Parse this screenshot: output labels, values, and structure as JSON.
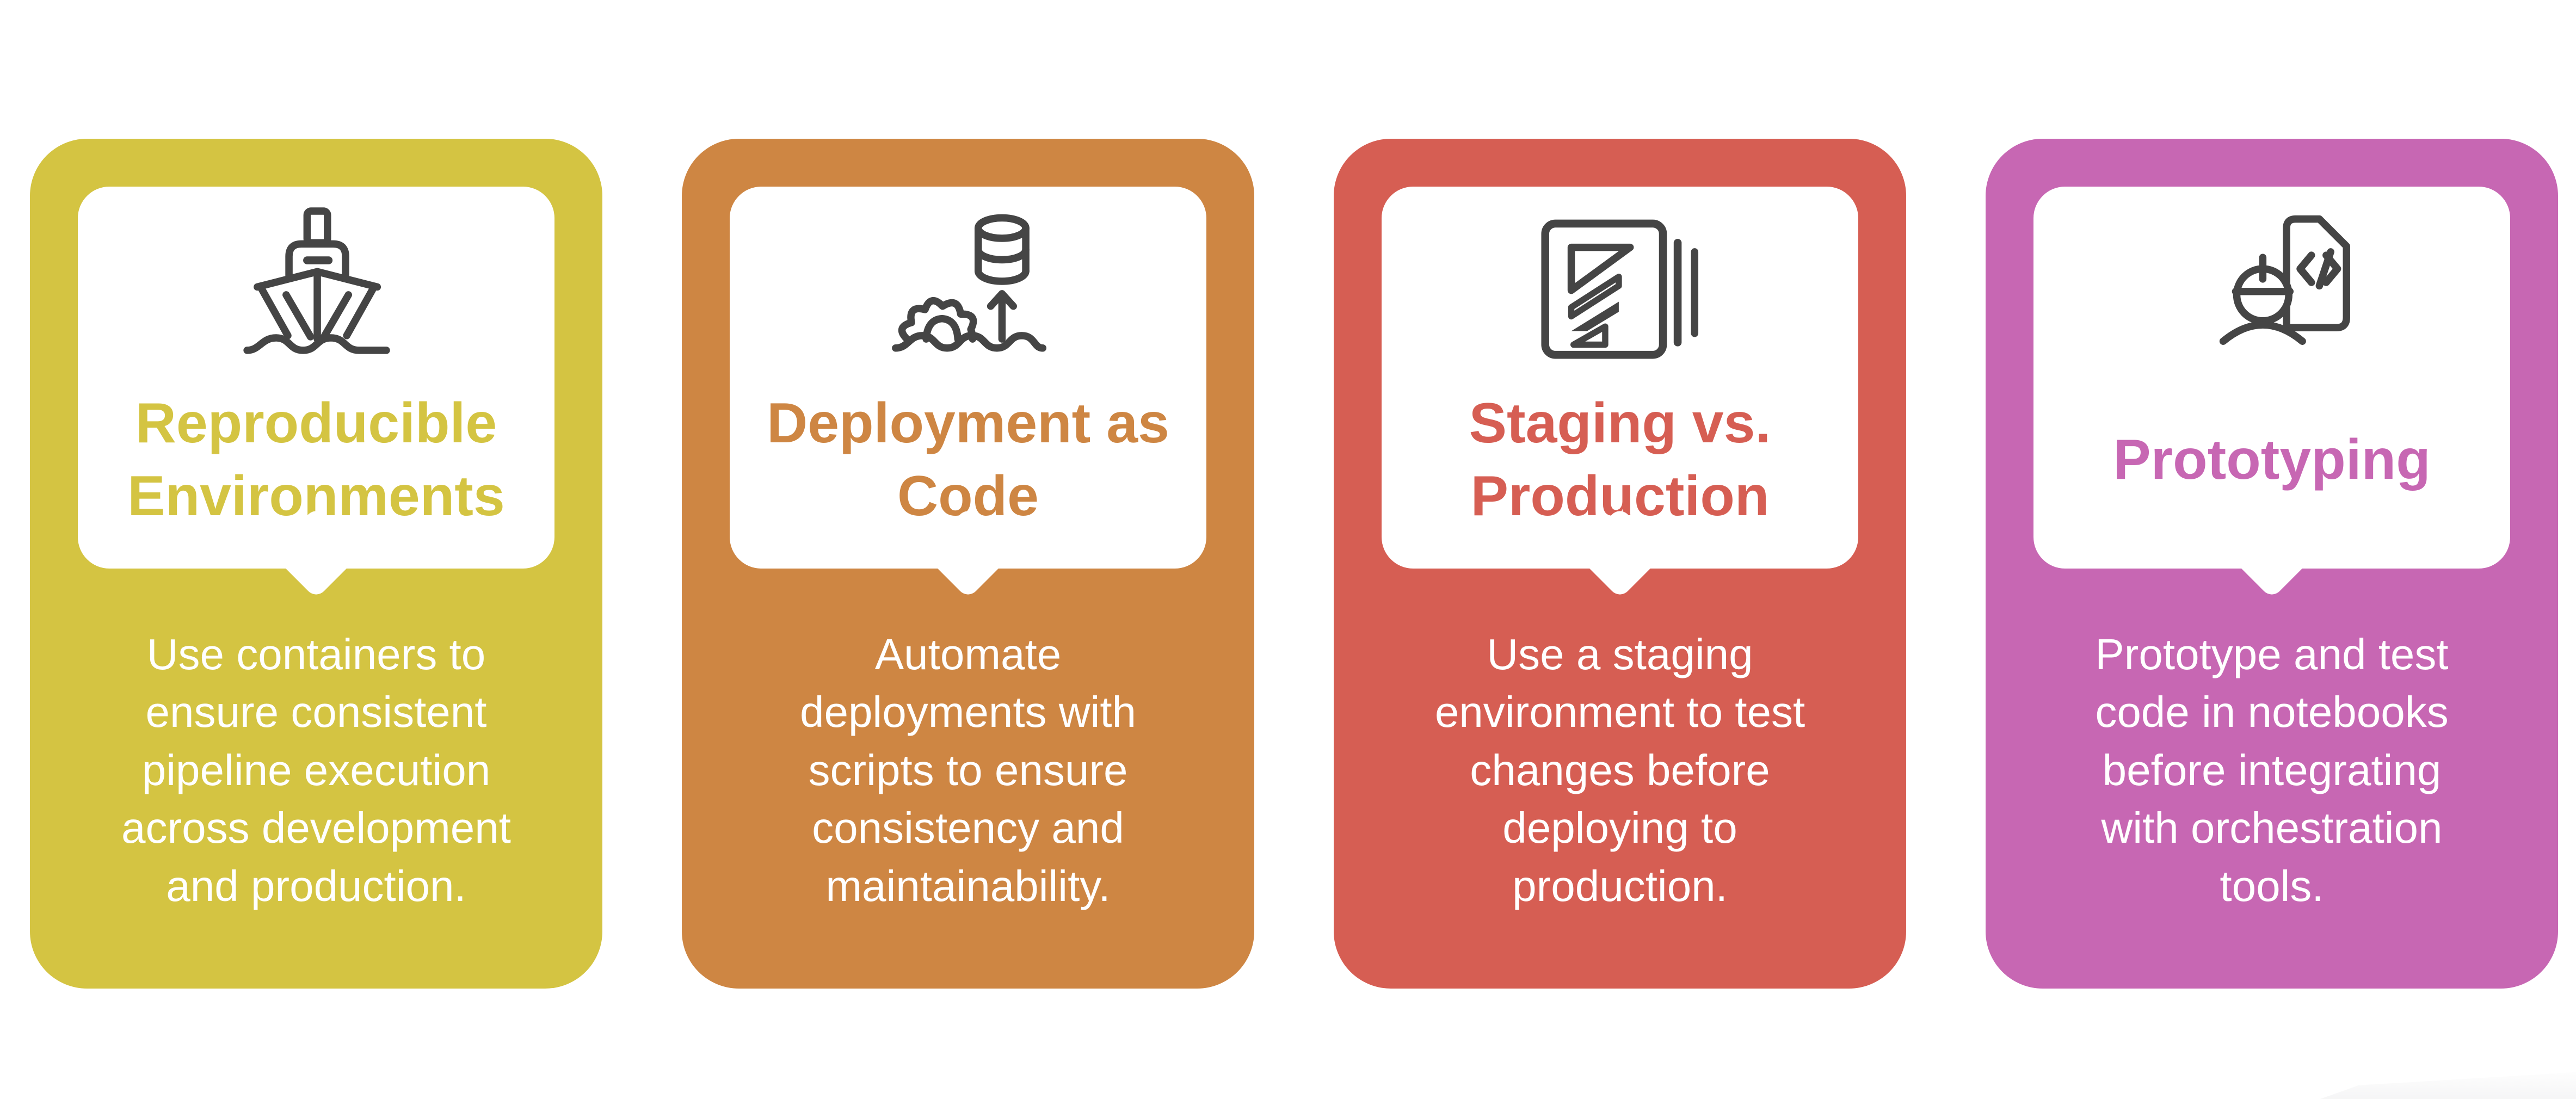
{
  "page": {
    "background": "#ffffff"
  },
  "icon_color": "#454545",
  "cards": [
    {
      "name": "reproducible-environments",
      "color": "#d4c442",
      "icon": "ship-icon",
      "title": "Reproducible\nEnvironments",
      "description": "Use containers to\nensure consistent\npipeline execution\nacross development\nand production."
    },
    {
      "name": "deployment-as-code",
      "color": "#ce8643",
      "icon": "gear-deployment-icon",
      "title": "Deployment as\nCode",
      "description": "Automate\ndeployments with\nscripts to ensure\nconsistency and\nmaintainability."
    },
    {
      "name": "staging-vs-production",
      "color": "#d65e53",
      "icon": "staging-document-icon",
      "title": "Staging vs.\nProduction",
      "description": "Use a staging\nenvironment to test\nchanges before\ndeploying to\nproduction."
    },
    {
      "name": "prototyping",
      "color": "#c767b3",
      "icon": "prototyping-engineer-icon",
      "title": "Prototyping",
      "description": "Prototype and test\ncode in notebooks\nbefore integrating\nwith orchestration\ntools."
    }
  ]
}
